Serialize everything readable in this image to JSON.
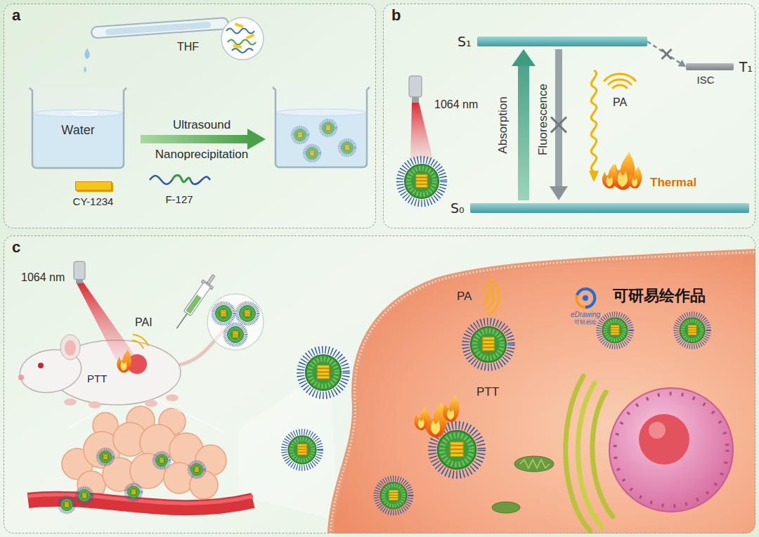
{
  "diagram": {
    "nodes": [
      {
        "text": [
          "a"
        ]
      },
      {
        "text": [
          "Water"
        ],
        "in": 0
      },
      {
        "text": [
          "b"
        ]
      },
      {
        "text": [
          "S₁"
        ],
        "in": 2
      },
      {
        "text": [
          "T₁"
        ],
        "in": 2
      },
      {
        "text": [
          "S₀"
        ],
        "in": 2
      },
      {
        "text": [
          "c"
        ]
      }
    ],
    "edges": [
      {
        "from": 5,
        "to": 3,
        "arrow": "to",
        "label": "Absorption"
      },
      {
        "from": 3,
        "to": 5,
        "arrow": "to",
        "label": "Fluorescence"
      },
      {
        "from": 3,
        "to": 4,
        "arrow": "to",
        "label": "ISC"
      }
    ],
    "labels": [
      "THF",
      "Ultrasound",
      "Nanoprecipitation",
      "1064 nm",
      "PA",
      "Thermal",
      "1064 nm",
      "PAI",
      "PTT",
      "PA",
      "PTT",
      "可研易绘作品",
      "eDrawing",
      "可研易绘"
    ],
    "legend": [
      {
        "text": "CY-1234",
        "color": "#f5c518"
      },
      {
        "text": "F-127"
      }
    ]
  }
}
